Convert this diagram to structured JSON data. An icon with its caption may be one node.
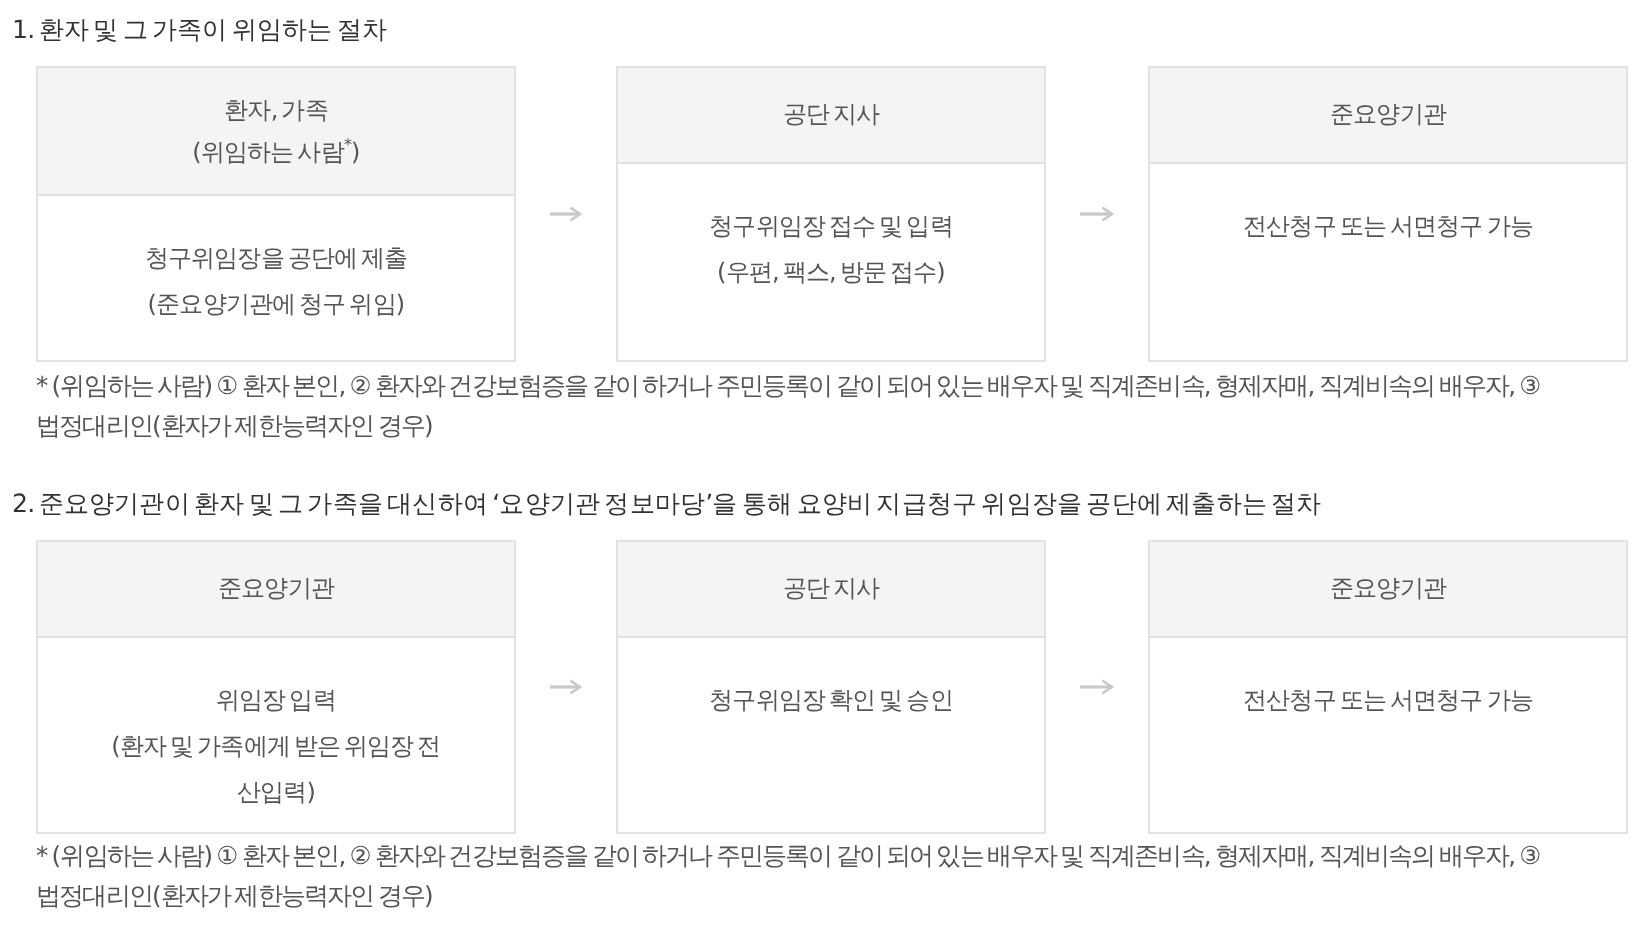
{
  "diagram": {
    "nodes": [
      {
        "text": [
          "환자, 가족 (위임하는 사람$^{*}$)",
          "청구위임장을 공단에 제출 (준요양기관에 청구 위임)"
        ]
      },
      {
        "text": [
          "공단 지사",
          "청구위임장 접수 및 입력 (우편, 팩스, 방문 접수)"
        ]
      },
      {
        "text": [
          "준요양기관",
          "전산청구 또는 서면청구 가능"
        ]
      },
      {
        "text": [
          "준요양기관",
          "위임장 입력 (환자 및 가족에게 받은 위임장 전산입력)"
        ]
      },
      {
        "text": [
          "공단 지사",
          "청구위임장 확인 및 승인"
        ]
      },
      {
        "text": [
          "준요양기관",
          "전산청구 또는 서면청구 가능"
        ]
      }
    ],
    "edges": [
      {
        "from": 0,
        "to": 1,
        "arrow": "to"
      },
      {
        "from": 1,
        "to": 2,
        "arrow": "to"
      },
      {
        "from": 3,
        "to": 4,
        "arrow": "to"
      },
      {
        "from": 4,
        "to": 5,
        "arrow": "to"
      }
    ],
    "labels": [
      "1. 환자 및 그 가족이 위임하는 절차",
      "* (위임하는 사람) ① 환자 본인, ② 환자와 건강보험증을 같이 하거나 주민등록이 같이 되어 있는 배우자 및 직계존비속, 형제자매, 직계비속의 배우자, ③ 법정대리인(환자가 제한능력자인 경우)",
      "2. 준요양기관이 환자 및 그 가족을 대신하여 ‘요양기관 정보마당’을 통해 요양비 지급청구 위임장을 공단에 제출하는 절차",
      "* (위임하는 사람) ① 환자 본인, ② 환자와 건강보험증을 같이 하거나 주민등록이 같이 되어 있는 배우자 및 직계존비속, 형제자매, 직계비속의 배우자, ③ 법정대리인(환자가 제한능력자인 경우)"
    ]
  }
}
